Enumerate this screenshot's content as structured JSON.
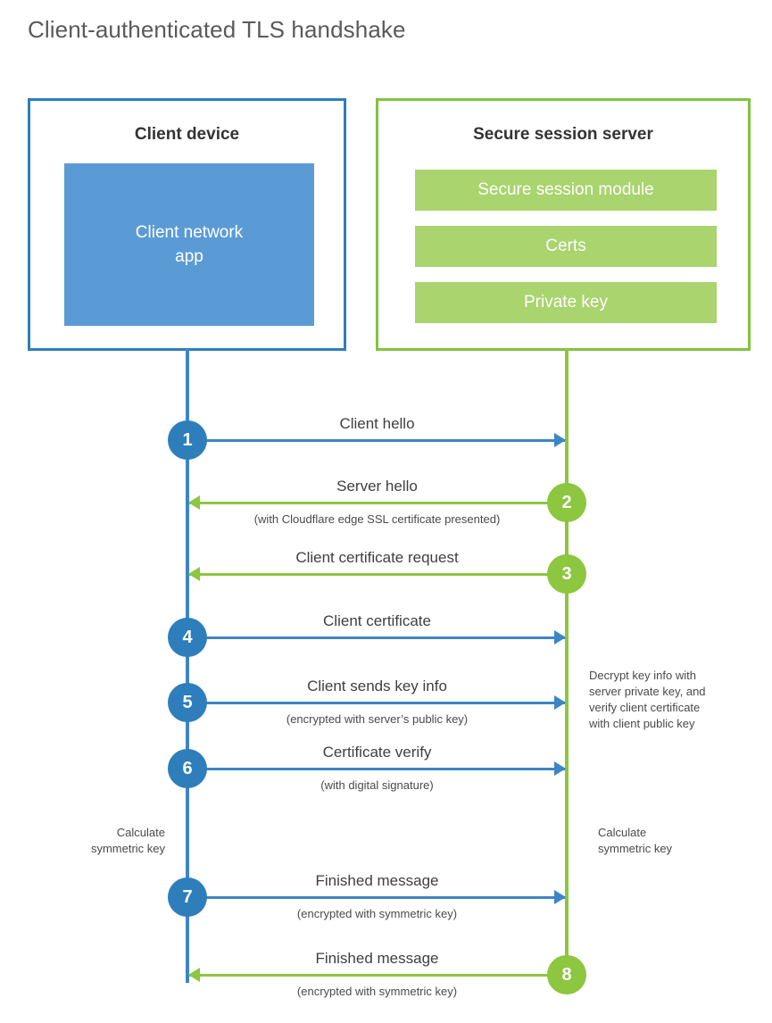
{
  "title": "Client-authenticated TLS handshake",
  "colors": {
    "client_accent": "#2e7ebb",
    "client_line": "#3d85c6",
    "client_app_fill": "#5b9bd5",
    "server_accent": "#82c341",
    "server_line": "#8dc63f",
    "server_bar_fill": "#a9d46e",
    "title_text": "#5a5a5a",
    "body_text": "#404040"
  },
  "client": {
    "title": "Client device",
    "app_label": "Client network\napp"
  },
  "server": {
    "title": "Secure session server",
    "components": [
      {
        "label": "Secure session module"
      },
      {
        "label": "Certs"
      },
      {
        "label": "Private key"
      }
    ]
  },
  "steps": [
    {
      "number": "1",
      "label": "Client hello",
      "sublabel": "",
      "direction": "client-to-server",
      "color": "blue"
    },
    {
      "number": "2",
      "label": "Server hello",
      "sublabel": "(with Cloudflare edge SSL certificate presented)",
      "direction": "server-to-client",
      "color": "green"
    },
    {
      "number": "3",
      "label": "Client certificate request",
      "sublabel": "",
      "direction": "server-to-client",
      "color": "green"
    },
    {
      "number": "4",
      "label": "Client certificate",
      "sublabel": "",
      "direction": "client-to-server",
      "color": "blue"
    },
    {
      "number": "5",
      "label": "Client sends key info",
      "sublabel": "(encrypted with server’s public key)",
      "direction": "client-to-server",
      "color": "blue"
    },
    {
      "number": "6",
      "label": "Certificate verify",
      "sublabel": "(with digital signature)",
      "direction": "client-to-server",
      "color": "blue"
    },
    {
      "number": "7",
      "label": "Finished message",
      "sublabel": "(encrypted with symmetric key)",
      "direction": "client-to-server",
      "color": "blue"
    },
    {
      "number": "8",
      "label": "Finished message",
      "sublabel": "(encrypted with symmetric key)",
      "direction": "server-to-client",
      "color": "green"
    }
  ],
  "notes": {
    "decrypt": "Decrypt key info with\nserver private key, and\nverify client certificate\nwith client public key",
    "calculate_client": "Calculate\nsymmetric key",
    "calculate_server": "Calculate\nsymmetric key"
  }
}
